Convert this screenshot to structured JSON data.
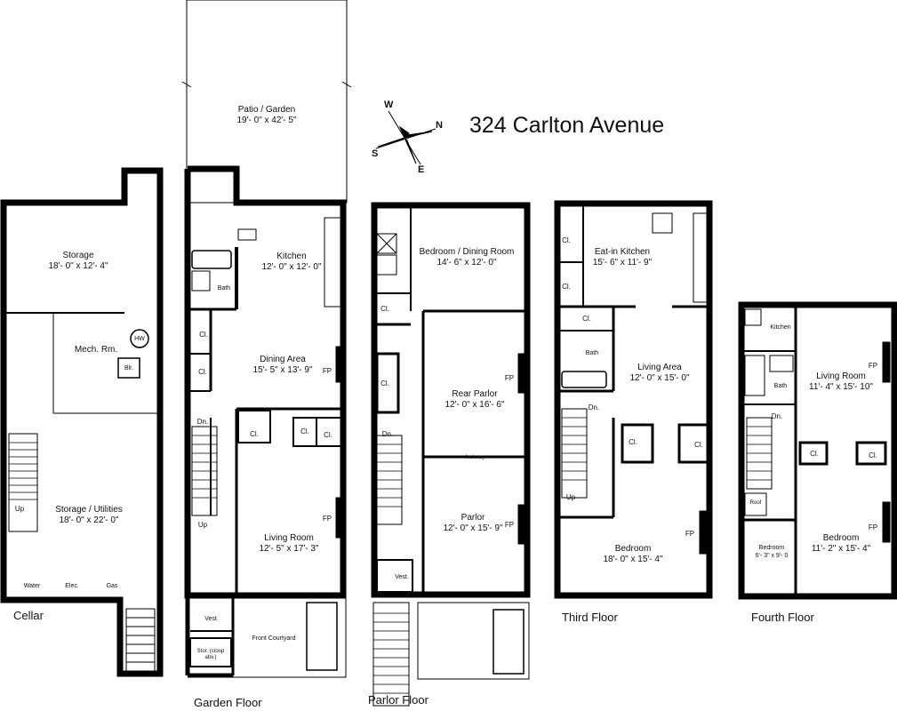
{
  "title": "324 Carlton Avenue",
  "compass": {
    "n": "N",
    "e": "E",
    "s": "S",
    "w": "W"
  },
  "floors": {
    "cellar": "Cellar",
    "garden": "Garden Floor",
    "parlor": "Parlor Floor",
    "third": "Third Floor",
    "fourth": "Fourth Floor"
  },
  "rooms": {
    "storage": {
      "name": "Storage",
      "dims": "18'- 0\" x 12'- 4\""
    },
    "mech": {
      "name": "Mech. Rm."
    },
    "hw": "HW",
    "blr": "Blr.",
    "storage_utilities": {
      "name": "Storage / Utilities",
      "dims": "18'- 0\" x 22'- 0\""
    },
    "water": "Water",
    "elec": "Elec.",
    "gas": "Gas",
    "patio": {
      "name": "Patio / Garden",
      "dims": "19'- 0\" x 42'- 5\""
    },
    "kitchen_garden": {
      "name": "Kitchen",
      "dims": "12'- 0\" x 12'- 0\""
    },
    "bath": "Bath",
    "dining_area": {
      "name": "Dining Area",
      "dims": "15'- 5\" x 13'- 9\""
    },
    "living_room_garden": {
      "name": "Living Room",
      "dims": "12'- 5\" x 17'- 3\""
    },
    "vest": "Vest.",
    "front_courtyard": "Front Courtyard",
    "stor_under_stoop": "Stor. (stoop abv.)",
    "bedroom_dining": {
      "name": "Bedroom / Dining Room",
      "dims": "14'- 6\" x 12'- 0\""
    },
    "rear_parlor": {
      "name": "Rear Parlor",
      "dims": "12'- 0\" x 16'- 6\""
    },
    "archway": "Archway",
    "parlor": {
      "name": "Parlor",
      "dims": "12'- 0\" x 15'- 9\""
    },
    "eatin_kitchen": {
      "name": "Eat-in Kitchen",
      "dims": "15'- 6\" x 11'- 9\""
    },
    "living_area": {
      "name": "Living Area",
      "dims": "12'- 0\" x 15'- 0\""
    },
    "bedroom_third": {
      "name": "Bedroom",
      "dims": "18'- 0\" x 15'- 4\""
    },
    "kitchen_fourth": "Kitchen",
    "living_room_fourth": {
      "name": "Living Room",
      "dims": "11'- 4\" x 15'- 10\""
    },
    "bedroom_fourth_small": {
      "name": "Bedroom",
      "dims": "6'- 3\" x 9'- 0"
    },
    "bedroom_fourth": {
      "name": "Bedroom",
      "dims": "11'- 2\" x 15'- 4\""
    },
    "roof": "Roof"
  },
  "marks": {
    "cl": "Cl.",
    "dn": "Dn.",
    "up": "Up",
    "fp": "FP"
  }
}
